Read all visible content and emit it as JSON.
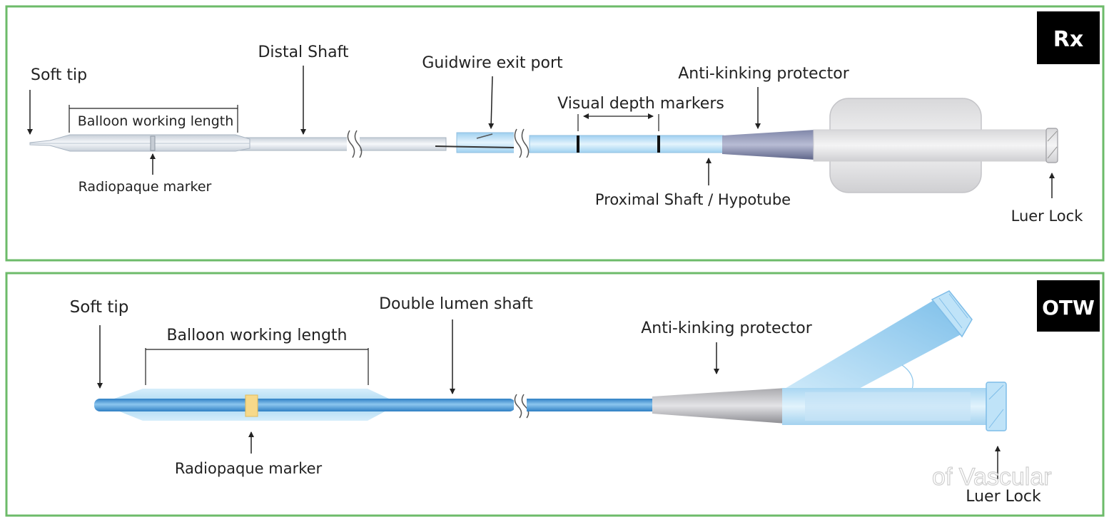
{
  "rx_panel": {
    "tag": "Rx",
    "labels": {
      "soft_tip": "Soft tip",
      "balloon_working_length": "Balloon working length",
      "radiopaque_marker": "Radiopaque marker",
      "distal_shaft": "Distal Shaft",
      "guidewire_exit_port": "Guidwire exit port",
      "visual_depth_markers": "Visual depth markers",
      "anti_kinking_protector": "Anti-kinking protector",
      "proximal_shaft": "Proximal Shaft / Hypotube",
      "luer_lock": "Luer Lock"
    }
  },
  "otw_panel": {
    "tag": "OTW",
    "labels": {
      "soft_tip": "Soft tip",
      "balloon_working_length": "Balloon working length",
      "radiopaque_marker": "Radiopaque marker",
      "double_lumen_shaft": "Double lumen shaft",
      "anti_kinking_protector": "Anti-kinking protector",
      "luer_lock": "Luer Lock"
    }
  },
  "watermark": "of Vascular",
  "colors": {
    "panel_border": "#6dbb6a",
    "tag_bg": "#000000",
    "shaft_blue": "#5aa8e0",
    "balloon_blue": "#bfe2f7",
    "hub_blue": "#bcdff3",
    "protector_grey": "#9a9aa0"
  }
}
